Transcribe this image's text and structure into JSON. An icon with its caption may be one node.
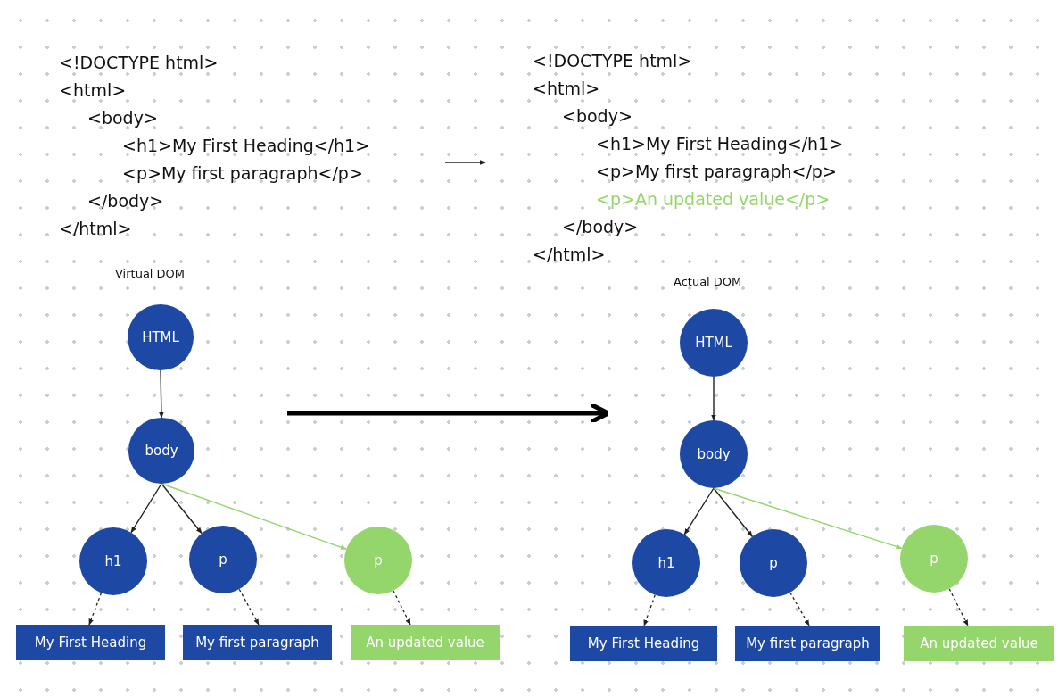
{
  "diagram": {
    "nodes": [
      {
        "text": [
          "<!DOCTYPE html>",
          "<html>",
          "<body>",
          "<h1>My First Heading</h1>",
          "<p>My first paragraph</p>",
          "</body>",
          "</html>"
        ]
      },
      {
        "text": [
          "<!DOCTYPE html>",
          "<html>",
          "<body>",
          "<h1>My First Heading</h1>",
          "<p>My first paragraph</p>",
          "<p>An updated value</p>",
          "</body>",
          "</html>"
        ]
      },
      {
        "text": [
          "HTML"
        ]
      },
      {
        "text": [
          "body"
        ]
      },
      {
        "text": [
          "h1"
        ]
      },
      {
        "text": [
          "p"
        ]
      },
      {
        "text": [
          "p"
        ]
      },
      {
        "text": [
          "My First Heading"
        ]
      },
      {
        "text": [
          "My first paragraph"
        ]
      },
      {
        "text": [
          "An updated value"
        ]
      },
      {
        "text": [
          "HTML"
        ]
      },
      {
        "text": [
          "body"
        ]
      },
      {
        "text": [
          "h1"
        ]
      },
      {
        "text": [
          "p"
        ]
      },
      {
        "text": [
          "p"
        ]
      },
      {
        "text": [
          "My First Heading"
        ]
      },
      {
        "text": [
          "My first paragraph"
        ]
      },
      {
        "text": [
          "An updated value"
        ]
      }
    ],
    "edges": [
      {
        "from": 2,
        "to": 3,
        "arrow": "to"
      },
      {
        "from": 3,
        "to": 4,
        "arrow": "to"
      },
      {
        "from": 3,
        "to": 5,
        "arrow": "to"
      },
      {
        "from": 3,
        "to": 6,
        "arrow": "to",
        "color": "#94d66b"
      },
      {
        "from": 4,
        "to": 7,
        "arrow": "to",
        "style": "dashed"
      },
      {
        "from": 5,
        "to": 8,
        "arrow": "to",
        "style": "dashed"
      },
      {
        "from": 6,
        "to": 9,
        "arrow": "to",
        "style": "dashed"
      },
      {
        "from": 10,
        "to": 11,
        "arrow": "to"
      },
      {
        "from": 11,
        "to": 12,
        "arrow": "to"
      },
      {
        "from": 11,
        "to": 13,
        "arrow": "to"
      },
      {
        "from": 11,
        "to": 14,
        "arrow": "to",
        "color": "#94d66b"
      },
      {
        "from": 12,
        "to": 15,
        "arrow": "to",
        "style": "dashed"
      },
      {
        "from": 13,
        "to": 16,
        "arrow": "to",
        "style": "dashed"
      },
      {
        "from": 14,
        "to": 17,
        "arrow": "to",
        "style": "dashed"
      }
    ],
    "labels": [
      "Virtual DOM",
      "Actual DOM"
    ]
  }
}
